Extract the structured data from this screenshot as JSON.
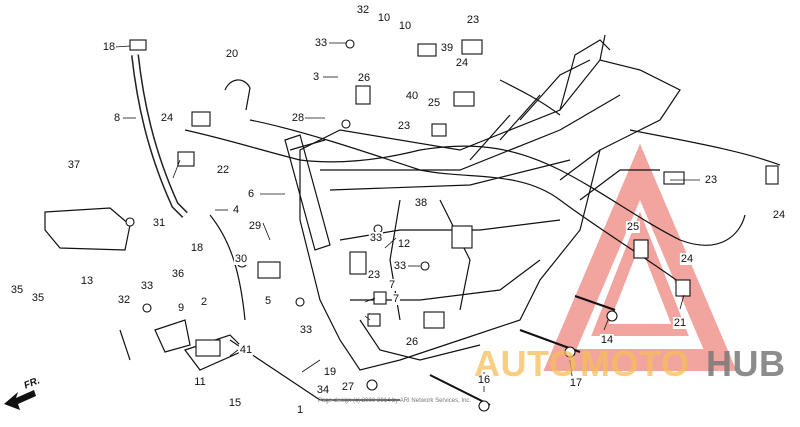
{
  "diagram": {
    "parts": [
      {
        "id": "p32a",
        "label": "32"
      },
      {
        "id": "p10a",
        "label": "10"
      },
      {
        "id": "p10b",
        "label": "10"
      },
      {
        "id": "p23a",
        "label": "23"
      },
      {
        "id": "p18a",
        "label": "18"
      },
      {
        "id": "p33a",
        "label": "33"
      },
      {
        "id": "p20",
        "label": "20"
      },
      {
        "id": "p39",
        "label": "39"
      },
      {
        "id": "p24a",
        "label": "24"
      },
      {
        "id": "p3",
        "label": "3"
      },
      {
        "id": "p26a",
        "label": "26"
      },
      {
        "id": "p40",
        "label": "40"
      },
      {
        "id": "p25a",
        "label": "25"
      },
      {
        "id": "p8",
        "label": "8"
      },
      {
        "id": "p24b",
        "label": "24"
      },
      {
        "id": "p28",
        "label": "28"
      },
      {
        "id": "p23b",
        "label": "23"
      },
      {
        "id": "p22",
        "label": "22"
      },
      {
        "id": "p37",
        "label": "37"
      },
      {
        "id": "p6",
        "label": "6"
      },
      {
        "id": "p23c",
        "label": "23"
      },
      {
        "id": "p24c",
        "label": "24"
      },
      {
        "id": "p4",
        "label": "4"
      },
      {
        "id": "p38",
        "label": "38"
      },
      {
        "id": "p31",
        "label": "31"
      },
      {
        "id": "p29",
        "label": "29"
      },
      {
        "id": "p33b",
        "label": "33"
      },
      {
        "id": "p12",
        "label": "12"
      },
      {
        "id": "p25b",
        "label": "25"
      },
      {
        "id": "p18b",
        "label": "18"
      },
      {
        "id": "p36",
        "label": "36"
      },
      {
        "id": "p30",
        "label": "30"
      },
      {
        "id": "p33c",
        "label": "33"
      },
      {
        "id": "p24d",
        "label": "24"
      },
      {
        "id": "p13",
        "label": "13"
      },
      {
        "id": "p23d",
        "label": "23"
      },
      {
        "id": "p35a",
        "label": "35"
      },
      {
        "id": "p35b",
        "label": "35"
      },
      {
        "id": "p5",
        "label": "5"
      },
      {
        "id": "p2",
        "label": "2"
      },
      {
        "id": "p33d",
        "label": "33"
      },
      {
        "id": "p7a",
        "label": "7"
      },
      {
        "id": "p7b",
        "label": "7"
      },
      {
        "id": "p32b",
        "label": "32"
      },
      {
        "id": "p9",
        "label": "9"
      },
      {
        "id": "p33e",
        "label": "33"
      },
      {
        "id": "p21",
        "label": "21"
      },
      {
        "id": "p26b",
        "label": "26"
      },
      {
        "id": "p14",
        "label": "14"
      },
      {
        "id": "p41",
        "label": "41"
      },
      {
        "id": "p19",
        "label": "19"
      },
      {
        "id": "p11",
        "label": "11"
      },
      {
        "id": "p17",
        "label": "17"
      },
      {
        "id": "p16",
        "label": "16"
      },
      {
        "id": "p27",
        "label": "27"
      },
      {
        "id": "p34",
        "label": "34"
      },
      {
        "id": "p15",
        "label": "15"
      },
      {
        "id": "p1",
        "label": "1"
      }
    ],
    "direction_label": "FR.",
    "footer_text": "Page design (c) 2000-2014 by ARI Network Services, Inc."
  },
  "watermark": {
    "auto": "AUTO",
    "moto": "MOTO",
    "hub": "HUB",
    "accent_color": "#e85a4f",
    "text_color": "#f5be5a"
  }
}
